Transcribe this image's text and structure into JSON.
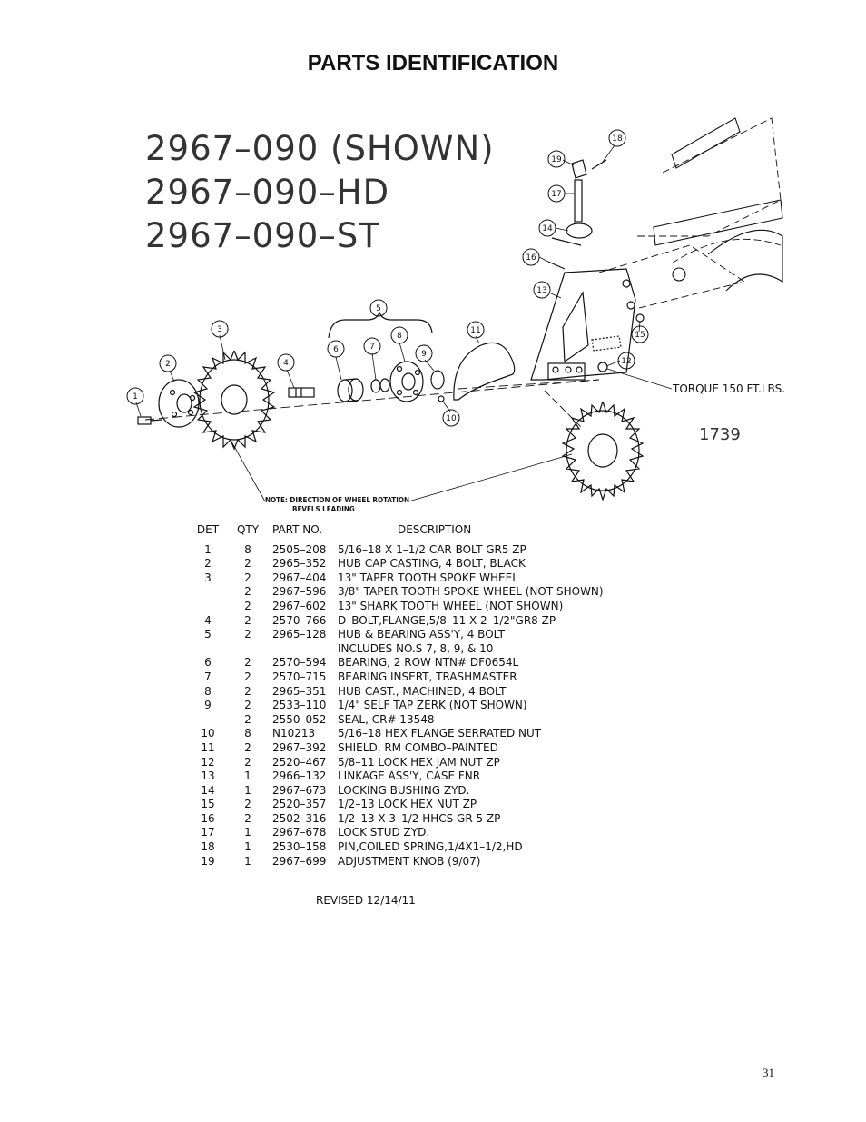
{
  "page": {
    "title": "PARTS IDENTIFICATION",
    "page_number": "31",
    "revised": "REVISED 12/14/11"
  },
  "models": [
    "2967–090 (SHOWN)",
    "2967–090–HD",
    "2967–090–ST"
  ],
  "diagram": {
    "torque_label": "TORQUE 150 FT.LBS.",
    "drawing_number": "1739",
    "note_line1": "NOTE: DIRECTION OF WHEEL ROTATION",
    "note_line2": "BEVELS LEADING",
    "callouts": [
      "1",
      "2",
      "3",
      "4",
      "5",
      "6",
      "7",
      "8",
      "9",
      "10",
      "11",
      "12",
      "13",
      "14",
      "15",
      "16",
      "17",
      "18",
      "19"
    ]
  },
  "parts_table": {
    "headers": {
      "det": "DET",
      "qty": "QTY",
      "part": "PART NO.",
      "desc": "DESCRIPTION"
    },
    "rows": [
      {
        "det": "1",
        "qty": "8",
        "part": "2505–208",
        "desc": "5/16–18 X 1–1/2 CAR BOLT GR5 ZP"
      },
      {
        "det": "2",
        "qty": "2",
        "part": "2965–352",
        "desc": "HUB CAP CASTING, 4 BOLT, BLACK"
      },
      {
        "det": "3",
        "qty": "2",
        "part": "2967–404",
        "desc": "13\" TAPER TOOTH SPOKE WHEEL"
      },
      {
        "det": "",
        "qty": "2",
        "part": "2967–596",
        "desc": "3/8\" TAPER TOOTH SPOKE WHEEL (NOT SHOWN)"
      },
      {
        "det": "",
        "qty": "2",
        "part": "2967–602",
        "desc": "13\" SHARK TOOTH WHEEL (NOT SHOWN)"
      },
      {
        "det": "4",
        "qty": "2",
        "part": "2570–766",
        "desc": "D–BOLT,FLANGE,5/8–11 X 2–1/2\"GR8 ZP"
      },
      {
        "det": "5",
        "qty": "2",
        "part": "2965–128",
        "desc": "HUB & BEARING ASS'Y, 4 BOLT"
      },
      {
        "det": "",
        "qty": "",
        "part": "",
        "desc": "INCLUDES NO.S 7, 8, 9, & 10"
      },
      {
        "det": "6",
        "qty": "2",
        "part": "2570–594",
        "desc": "BEARING, 2 ROW NTN# DF0654L"
      },
      {
        "det": "7",
        "qty": "2",
        "part": "2570–715",
        "desc": "BEARING INSERT, TRASHMASTER"
      },
      {
        "det": "8",
        "qty": "2",
        "part": "2965–351",
        "desc": "HUB CAST., MACHINED, 4 BOLT"
      },
      {
        "det": "9",
        "qty": "2",
        "part": "2533–110",
        "desc": "1/4\" SELF TAP ZERK (NOT SHOWN)"
      },
      {
        "det": "",
        "qty": "2",
        "part": "2550–052",
        "desc": "SEAL, CR# 13548"
      },
      {
        "det": "10",
        "qty": "8",
        "part": "N10213",
        "desc": "5/16–18 HEX FLANGE SERRATED NUT"
      },
      {
        "det": "11",
        "qty": "2",
        "part": "2967–392",
        "desc": "SHIELD, RM COMBO–PAINTED"
      },
      {
        "det": "12",
        "qty": "2",
        "part": "2520–467",
        "desc": "5/8–11 LOCK HEX JAM NUT ZP"
      },
      {
        "det": "13",
        "qty": "1",
        "part": "2966–132",
        "desc": "LINKAGE ASS'Y, CASE FNR"
      },
      {
        "det": "14",
        "qty": "1",
        "part": "2967–673",
        "desc": "LOCKING BUSHING ZYD."
      },
      {
        "det": "15",
        "qty": "2",
        "part": "2520–357",
        "desc": "1/2–13 LOCK HEX NUT ZP"
      },
      {
        "det": "16",
        "qty": "2",
        "part": "2502–316",
        "desc": "1/2–13 X 3–1/2 HHCS GR 5 ZP"
      },
      {
        "det": "17",
        "qty": "1",
        "part": "2967–678",
        "desc": "LOCK STUD ZYD."
      },
      {
        "det": "18",
        "qty": "1",
        "part": "2530–158",
        "desc": "PIN,COILED SPRING,1/4X1–1/2,HD"
      },
      {
        "det": "19",
        "qty": "1",
        "part": "2967–699",
        "desc": "ADJUSTMENT KNOB (9/07)"
      }
    ]
  }
}
